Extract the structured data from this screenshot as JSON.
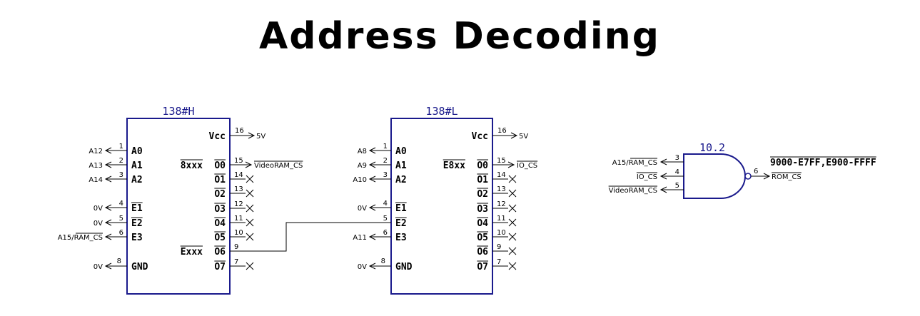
{
  "title": "Address Decoding",
  "chip_h": {
    "name": "138#H",
    "vcc_label": "Vcc",
    "vcc_pin": "16",
    "vcc_net": "5V",
    "gnd_label": "GND",
    "gnd_pin": "8",
    "gnd_net": "0V",
    "inputs": [
      {
        "label": "A0",
        "pin": "1",
        "net": "A12"
      },
      {
        "label": "A1",
        "pin": "2",
        "net": "A13"
      },
      {
        "label": "A2",
        "pin": "3",
        "net": "A14"
      },
      {
        "label": "E1",
        "pin": "4",
        "net": "0V",
        "bar": true
      },
      {
        "label": "E2",
        "pin": "5",
        "net": "0V",
        "bar": true
      },
      {
        "label": "E3",
        "pin": "6",
        "net": "A15/RAM_CS",
        "net_bar_start": 4
      }
    ],
    "outputs": [
      {
        "label": "O0",
        "pin": "15",
        "net": "VideoRAM_CS",
        "net_bar": true,
        "range": "8xxx"
      },
      {
        "label": "O1",
        "pin": "14",
        "nc": true
      },
      {
        "label": "O2",
        "pin": "13",
        "nc": true
      },
      {
        "label": "O3",
        "pin": "12",
        "nc": true
      },
      {
        "label": "O4",
        "pin": "11",
        "nc": true
      },
      {
        "label": "O5",
        "pin": "10",
        "nc": true
      },
      {
        "label": "O6",
        "pin": "9",
        "range": "Exxx"
      },
      {
        "label": "O7",
        "pin": "7",
        "nc": true
      }
    ]
  },
  "chip_l": {
    "name": "138#L",
    "vcc_label": "Vcc",
    "vcc_pin": "16",
    "vcc_net": "5V",
    "gnd_label": "GND",
    "gnd_pin": "8",
    "gnd_net": "0V",
    "inputs": [
      {
        "label": "A0",
        "pin": "1",
        "net": "A8"
      },
      {
        "label": "A1",
        "pin": "2",
        "net": "A9"
      },
      {
        "label": "A2",
        "pin": "3",
        "net": "A10"
      },
      {
        "label": "E1",
        "pin": "4",
        "net": "0V",
        "bar": true
      },
      {
        "label": "E2",
        "pin": "5",
        "bar": true
      },
      {
        "label": "E3",
        "pin": "6",
        "net": "A11"
      }
    ],
    "outputs": [
      {
        "label": "O0",
        "pin": "15",
        "net": "IO_CS",
        "net_bar": true,
        "range": "E8xx"
      },
      {
        "label": "O1",
        "pin": "14",
        "nc": true
      },
      {
        "label": "O2",
        "pin": "13",
        "nc": true
      },
      {
        "label": "O3",
        "pin": "12",
        "nc": true
      },
      {
        "label": "O4",
        "pin": "11",
        "nc": true
      },
      {
        "label": "O5",
        "pin": "10",
        "nc": true
      },
      {
        "label": "O6",
        "pin": "9",
        "nc": true
      },
      {
        "label": "O7",
        "pin": "7",
        "nc": true
      }
    ]
  },
  "gate": {
    "name": "10.2",
    "inputs": [
      {
        "net": "A15/RAM_CS",
        "pin": "3",
        "net_bar_start": 4
      },
      {
        "net": "IO_CS",
        "pin": "4",
        "net_bar": true
      },
      {
        "net": "VideoRAM_CS",
        "pin": "5",
        "net_bar": true
      }
    ],
    "output": {
      "net": "ROM_CS",
      "pin": "6",
      "net_bar": true
    },
    "range_label": "9000-E7FF,E900-FFFF"
  }
}
